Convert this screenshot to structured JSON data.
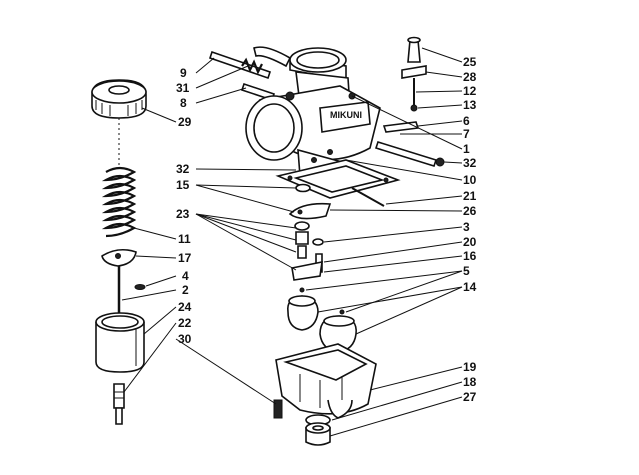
{
  "callouts": {
    "n25": "25",
    "n28": "28",
    "n12": "12",
    "n13": "13",
    "n6": "6",
    "n7": "7",
    "n1": "1",
    "n32a": "32",
    "n32b": "32",
    "n10": "10",
    "n21": "21",
    "n26": "26",
    "n3": "3",
    "n20": "20",
    "n16": "16",
    "n5": "5",
    "n14": "14",
    "n19": "19",
    "n18": "18",
    "n27": "27",
    "n9": "9",
    "n31": "31",
    "n8": "8",
    "n29": "29",
    "n15": "15",
    "n23": "23",
    "n11": "11",
    "n17": "17",
    "n4": "4",
    "n2": "2",
    "n24": "24",
    "n22": "22",
    "n30": "30"
  },
  "icons": {
    "brand_mark": "MIKUNI"
  }
}
